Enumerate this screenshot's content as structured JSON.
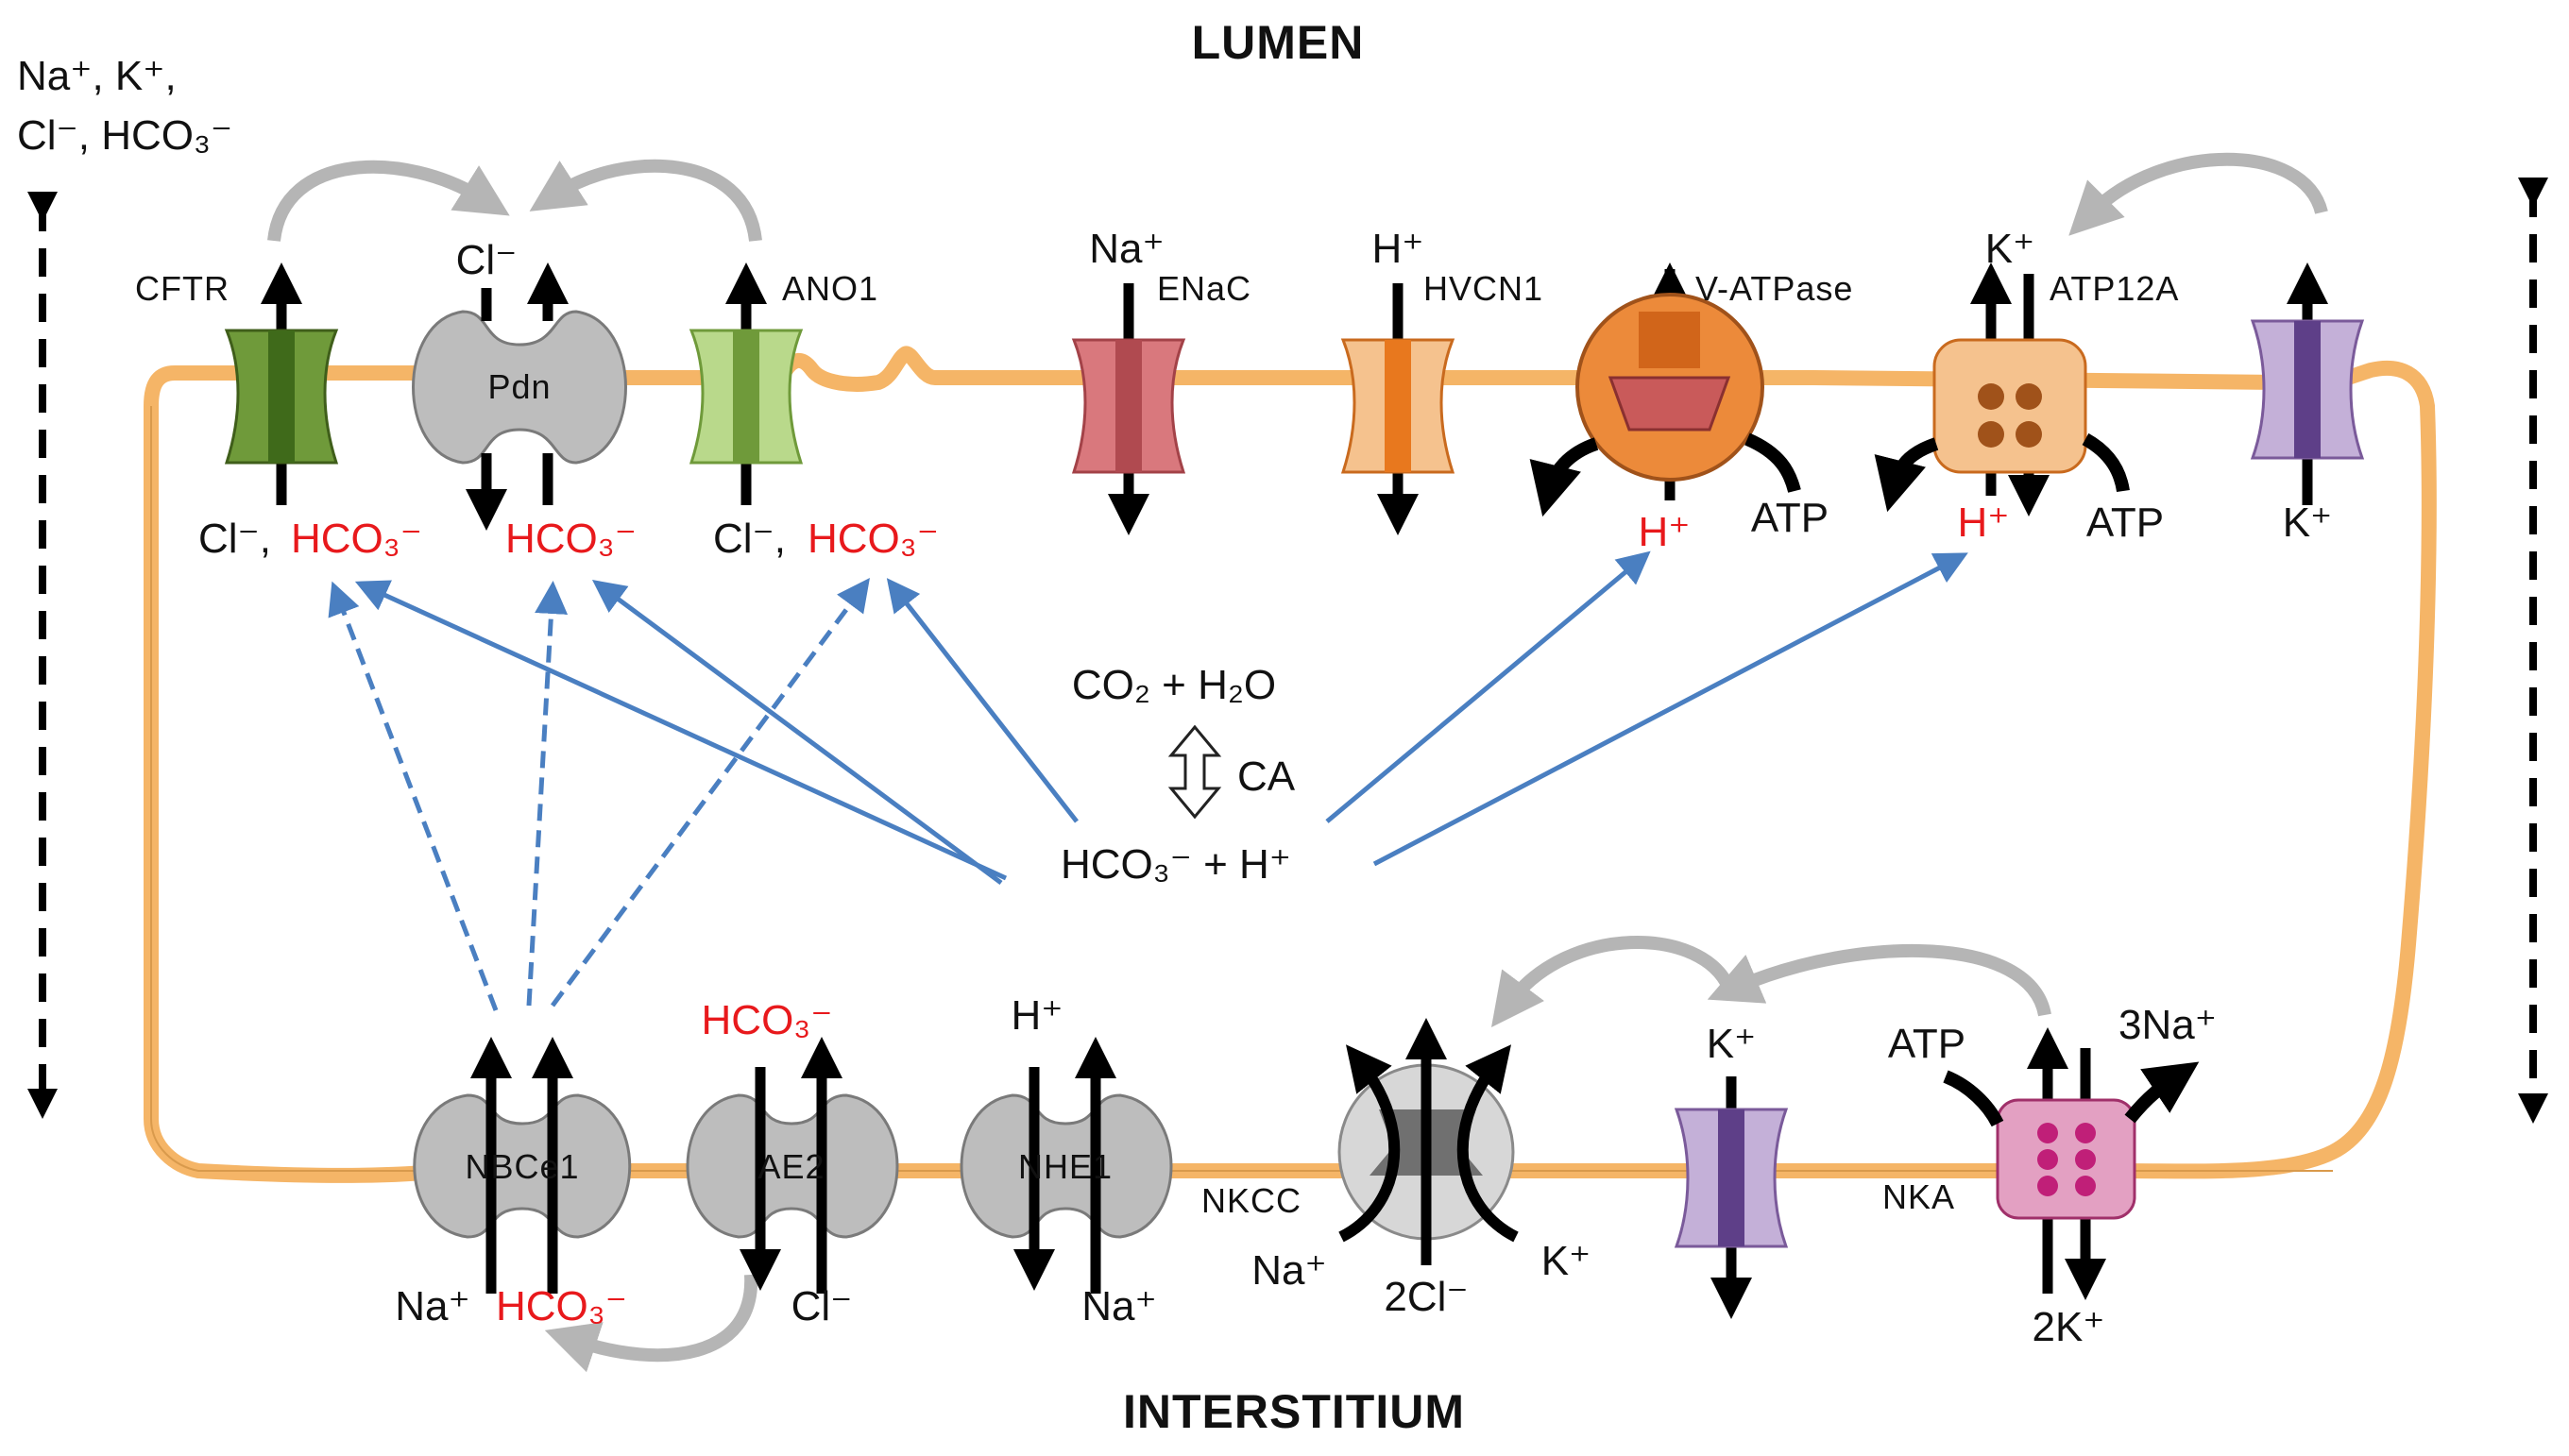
{
  "compartments": {
    "lumen": "LUMEN",
    "interstitium": "INTERSTITIUM"
  },
  "paracellular": {
    "ions_line1": "Na⁺, K⁺,",
    "ions_line2": "Cl⁻, HCO₃⁻"
  },
  "apical": {
    "cftr": "CFTR",
    "pdn_label": "Pdn",
    "pdn_top": "Cl⁻",
    "ano1": "ANO1",
    "enac_top": "Na⁺",
    "enac": "ENaC",
    "hvcn1_top": "H⁺",
    "hvcn1": "HVCN1",
    "vatpase": "V-ATPase",
    "atp12a_top": "K⁺",
    "atp12a": "ATP12A",
    "cl_1": "Cl⁻,",
    "hco3_1": "HCO₃⁻",
    "hco3_2": "HCO₃⁻",
    "cl_3": "Cl⁻,",
    "hco3_3": "HCO₃⁻",
    "h_vatp": "H⁺",
    "atp_vatp": "ATP",
    "h_atp12a": "H⁺",
    "atp_atp12a": "ATP",
    "k_channel": "K⁺"
  },
  "cytosol": {
    "co2_h2o": "CO₂ + H₂O",
    "ca": "CA",
    "hco3_h": "HCO₃⁻ + H⁺"
  },
  "basolateral": {
    "nbce1": "NBCe1",
    "ae2": "AE2",
    "ae2_top": "HCO₃⁻",
    "nhe1": "NHE1",
    "nhe1_top": "H⁺",
    "nkcc": "NKCC",
    "k_channel_top": "K⁺",
    "nka_atp": "ATP",
    "nka_3na": "3Na⁺",
    "nka": "NKA",
    "nbc_na": "Na⁺",
    "nbc_hco3": "HCO₃⁻",
    "ae2_cl": "Cl⁻",
    "nhe1_na": "Na⁺",
    "nkcc_na": "Na⁺",
    "nkcc_2cl": "2Cl⁻",
    "nkcc_k": "K⁺",
    "nka_2k": "2K⁺"
  },
  "colors": {
    "membrane": "#f5b567",
    "cftr": "#6f9a3a",
    "ano1": "#b9d98b",
    "enac": "#d9787d",
    "hvcn1": "#f2a25c",
    "vatpase": "#ec8a3a",
    "atp12a": "#f5c28e",
    "k_channel": "#c4b0d8",
    "exchanger": "#bdbdbd",
    "nka": "#e3a0c2",
    "ion_highlight": "#e8191c",
    "signal_arrow": "#4a7fc1"
  }
}
